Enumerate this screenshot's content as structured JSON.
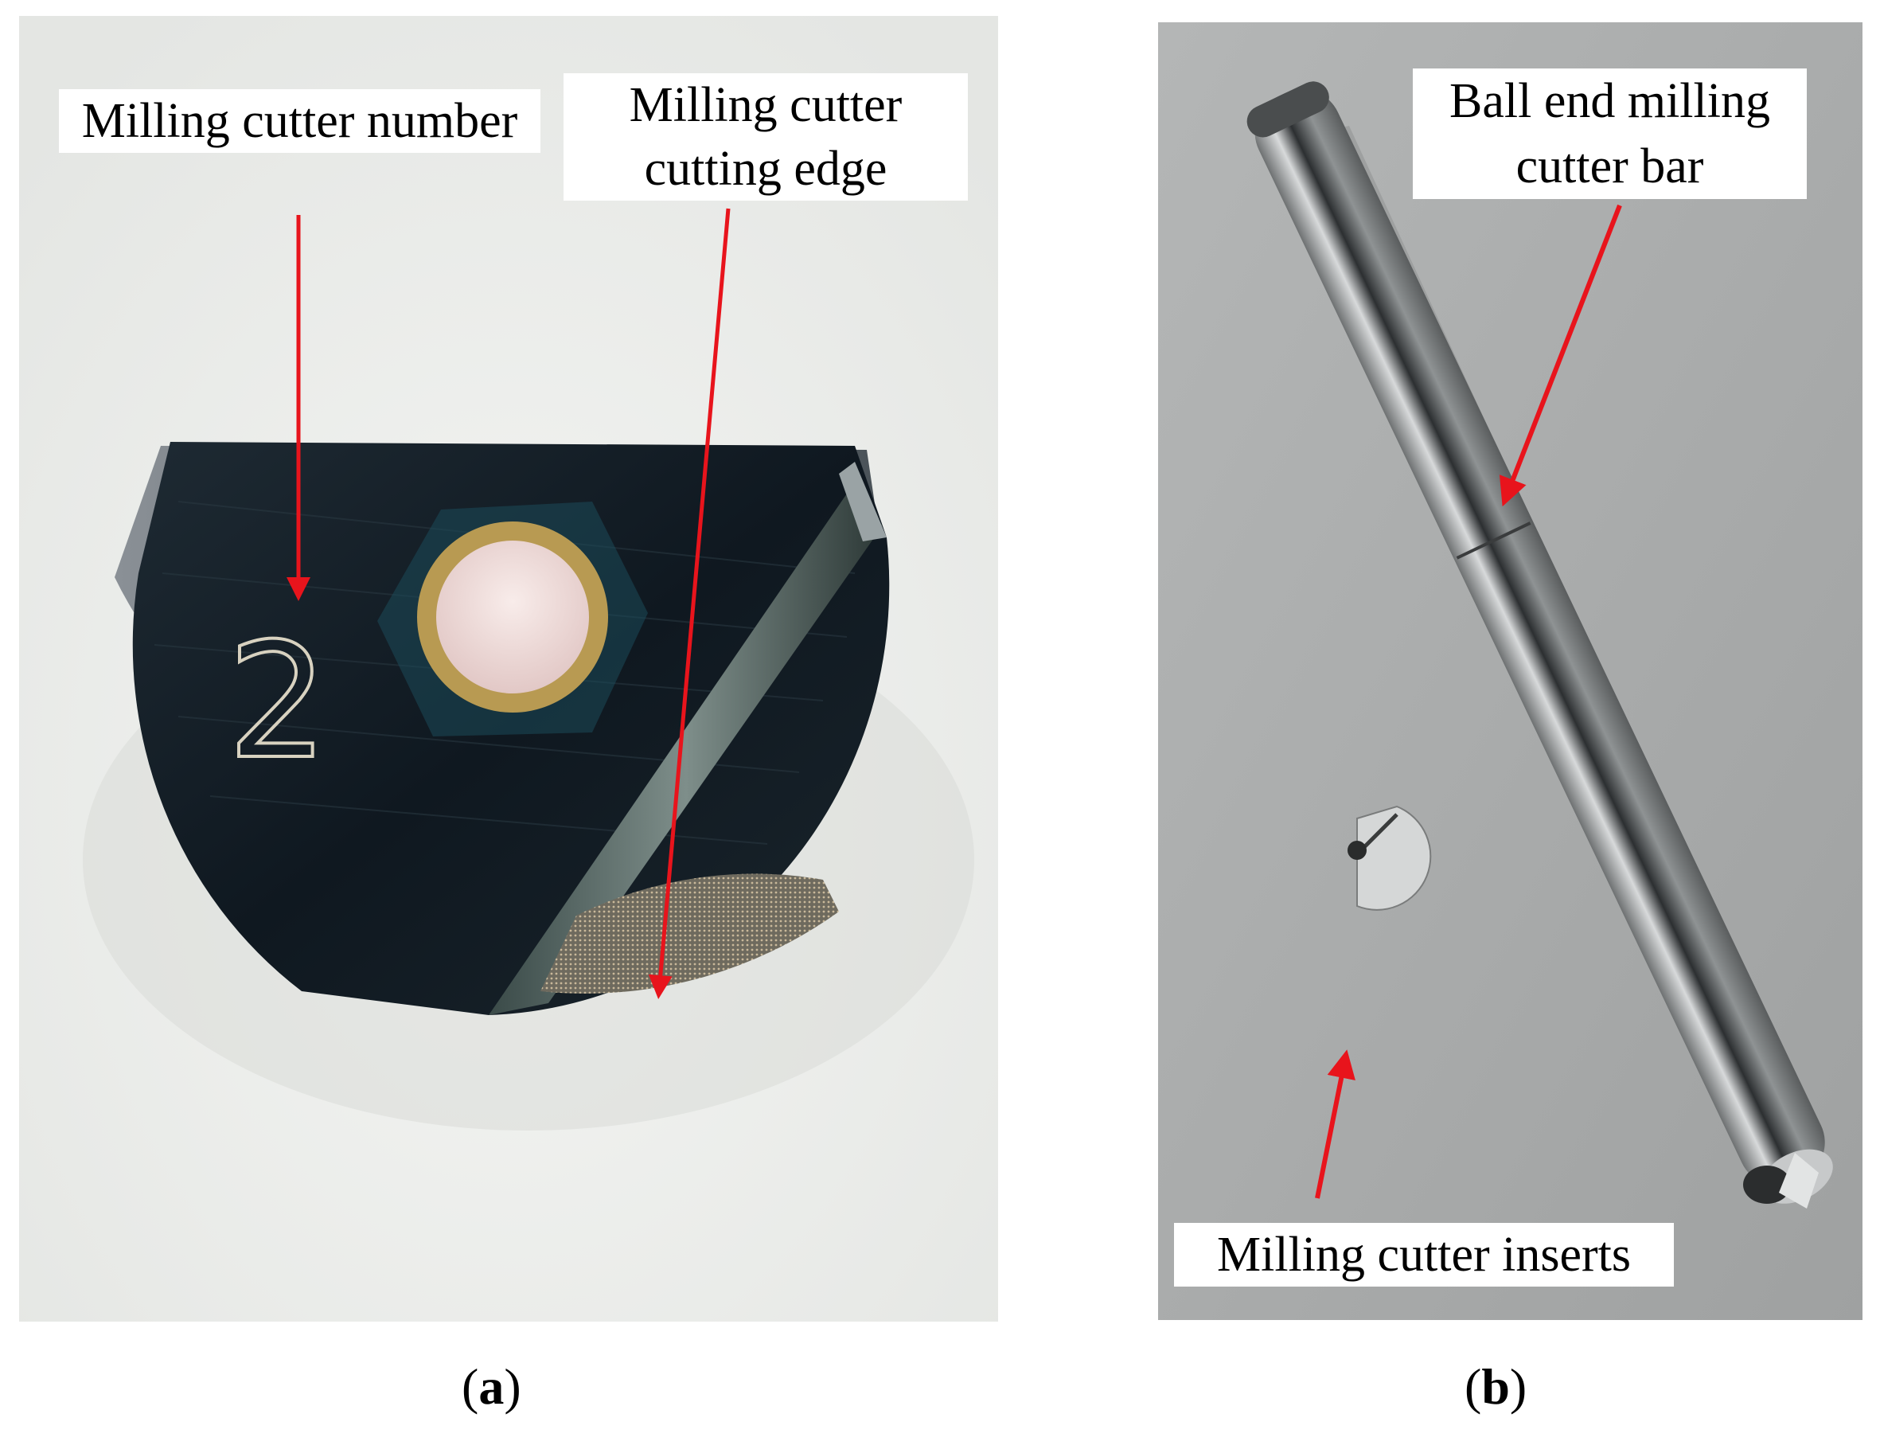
{
  "panels": [
    {
      "id": "a",
      "caption": {
        "open": "(",
        "letter": "a",
        "close": ")"
      },
      "labels": {
        "number": "Milling cutter number",
        "edge_line1": "Milling cutter",
        "edge_line2": "cutting edge"
      },
      "insert_digit": "2"
    },
    {
      "id": "b",
      "caption": {
        "open": "(",
        "letter": "b",
        "close": ")"
      },
      "labels": {
        "bar_line1": "Ball end milling",
        "bar_line2": "cutter bar",
        "inserts": "Milling cutter inserts"
      }
    }
  ],
  "colors": {
    "arrow": "#e8141c",
    "insert_body": "#15202a",
    "background_a": "#eef0ee",
    "background_b": "#a9abab"
  }
}
